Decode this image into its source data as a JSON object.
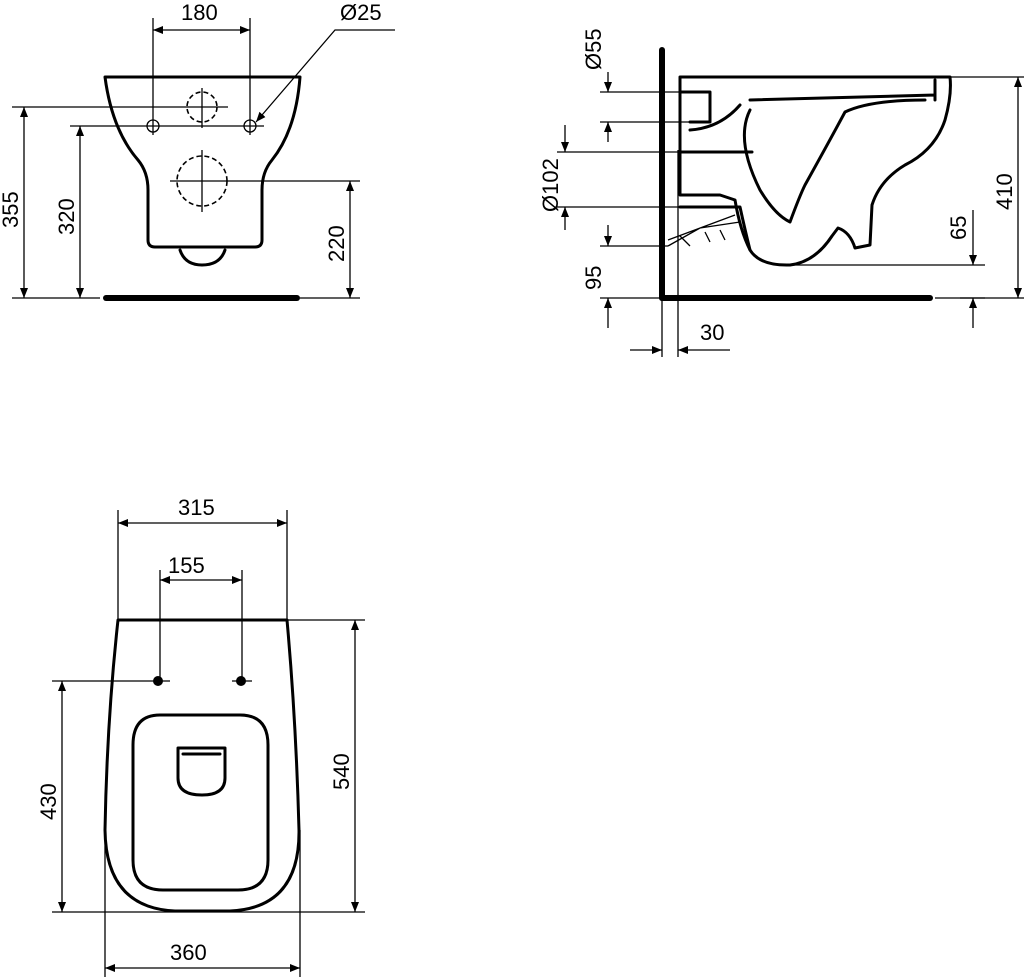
{
  "drawing": {
    "front_view": {
      "width_between_bolts": "180",
      "bolt_hole_diameter": "Ø25",
      "height_top": "355",
      "height_bolts": "320",
      "height_outlet": "220"
    },
    "side_view": {
      "inlet_diameter": "Ø55",
      "outlet_diameter": "Ø102",
      "total_height": "410",
      "rim_offset": "65",
      "outlet_height": "95",
      "wall_gap": "30"
    },
    "top_view": {
      "top_width": "315",
      "bolt_spacing": "155",
      "bolt_to_front": "430",
      "length": "540",
      "max_width": "360"
    }
  }
}
